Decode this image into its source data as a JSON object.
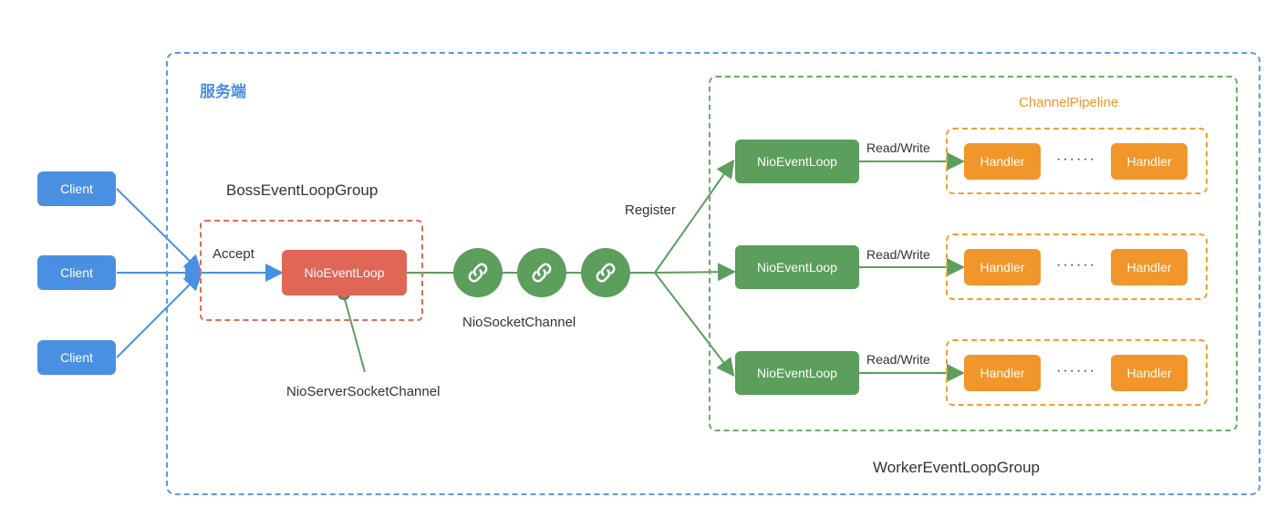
{
  "server_label": "服务端",
  "boss_group_label": "BossEventLoopGroup",
  "worker_group_label": "WorkerEventLoopGroup",
  "pipeline_label": "ChannelPipeline",
  "clients": [
    "Client",
    "Client",
    "Client"
  ],
  "accept_label": "Accept",
  "boss_loop_label": "NioEventLoop",
  "server_socket_channel_label": "NioServerSocketChannel",
  "socket_channel_label": "NioSocketChannel",
  "register_label": "Register",
  "workers": [
    {
      "loop": "NioEventLoop",
      "rw": "Read/Write",
      "handler_left": "Handler",
      "dots": "······",
      "handler_right": "Handler"
    },
    {
      "loop": "NioEventLoop",
      "rw": "Read/Write",
      "handler_left": "Handler",
      "dots": "······",
      "handler_right": "Handler"
    },
    {
      "loop": "NioEventLoop",
      "rw": "Read/Write",
      "handler_left": "Handler",
      "dots": "······",
      "handler_right": "Handler"
    }
  ],
  "colors": {
    "server_border": "#5b9bde",
    "client": "#4a90e2",
    "boss_loop": "#e06656",
    "worker_loop": "#5c9e5c",
    "handler": "#f0962a"
  },
  "icons": {
    "channel": "link-icon"
  }
}
